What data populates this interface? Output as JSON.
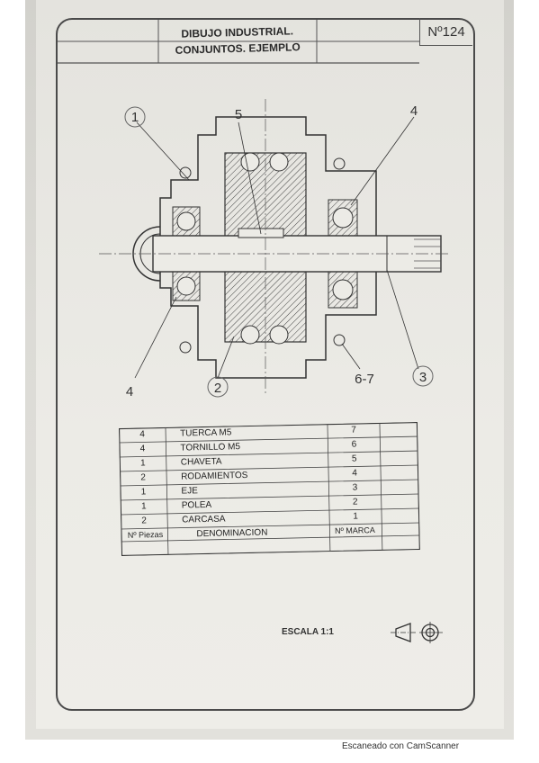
{
  "sheet": {
    "title_line1": "DIBUJO INDUSTRIAL.",
    "title_line2": "CONJUNTOS. EJEMPLO",
    "sheet_number": "Nº124",
    "scale_label": "ESCALA  1:1"
  },
  "drawing": {
    "callouts": {
      "c1": "1",
      "c2": "2",
      "c3": "3",
      "c4_left": "4",
      "c4_right": "4",
      "c5": "5",
      "c6_7": "6-7"
    }
  },
  "parts_table": {
    "header": {
      "qty": "Nº Piezas",
      "name": "DENOMINACION",
      "mark": "Nº MARCA"
    },
    "rows": [
      {
        "qty": "4",
        "name": "TUERCA M5",
        "mark": "7"
      },
      {
        "qty": "4",
        "name": "TORNILLO M5",
        "mark": "6"
      },
      {
        "qty": "1",
        "name": "CHAVETA",
        "mark": "5"
      },
      {
        "qty": "2",
        "name": "RODAMIENTOS",
        "mark": "4"
      },
      {
        "qty": "1",
        "name": "EJE",
        "mark": "3"
      },
      {
        "qty": "1",
        "name": "POLEA",
        "mark": "2"
      },
      {
        "qty": "2",
        "name": "CARCASA",
        "mark": "1"
      }
    ]
  },
  "footer": {
    "text": "Escaneado con CamScanner"
  }
}
